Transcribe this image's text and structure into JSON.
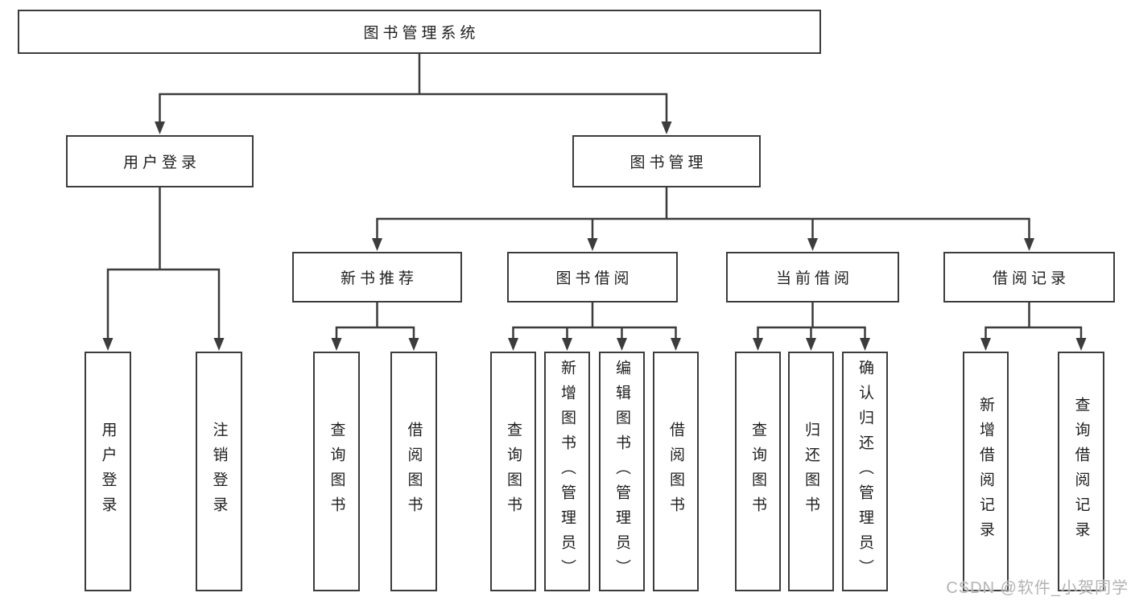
{
  "tree": {
    "label": "图书管理系统",
    "children": [
      {
        "label": "用户登录",
        "children": [
          {
            "label": "用户登录"
          },
          {
            "label": "注销登录"
          }
        ]
      },
      {
        "label": "图书管理",
        "children": [
          {
            "label": "新书推荐",
            "children": [
              {
                "label": "查询图书"
              },
              {
                "label": "借阅图书"
              }
            ]
          },
          {
            "label": "图书借阅",
            "children": [
              {
                "label": "查询图书"
              },
              {
                "label": "新增图书（管理员）"
              },
              {
                "label": "编辑图书（管理员）"
              },
              {
                "label": "借阅图书"
              }
            ]
          },
          {
            "label": "当前借阅",
            "children": [
              {
                "label": "查询图书"
              },
              {
                "label": "归还图书"
              },
              {
                "label": "确认归还（管理员）"
              }
            ]
          },
          {
            "label": "借阅记录",
            "children": [
              {
                "label": "新增借阅记录"
              },
              {
                "label": "查询借阅记录"
              }
            ]
          }
        ]
      }
    ]
  },
  "watermark": {
    "text": "CSDN @软件_小贺同学"
  },
  "colors": {
    "line": "#3c3c3c",
    "box_border": "#3c3c3c",
    "text": "#1f1f1f",
    "background": "#ffffff",
    "watermark": "#b3b3b3"
  }
}
